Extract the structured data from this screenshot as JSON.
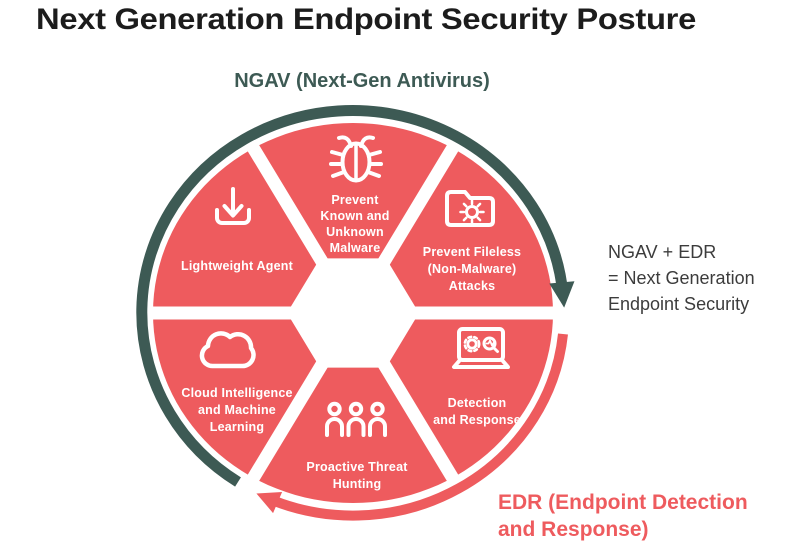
{
  "title": "Next Generation Endpoint Security Posture",
  "ngav_arc_label": "NGAV (Next-Gen Antivirus)",
  "edr_arc_label": {
    "line1": "EDR (Endpoint Detection",
    "line2": "and Response)"
  },
  "equation_note": {
    "line1": "NGAV + EDR",
    "line2": "= Next Generation",
    "line3": "Endpoint Security"
  },
  "segments": [
    {
      "name": "Prevent Known and Unknown Malware",
      "icon": "bug-icon",
      "lines": [
        "Prevent",
        "Known and",
        "Unknown",
        "Malware"
      ]
    },
    {
      "name": "Prevent Fileless (Non-Malware) Attacks",
      "icon": "folder-virus-icon",
      "lines": [
        "Prevent Fileless",
        "(Non-Malware)",
        "Attacks"
      ]
    },
    {
      "name": "Detection and Response",
      "icon": "laptop-analytics-icon",
      "lines": [
        "Detection",
        "and Response"
      ]
    },
    {
      "name": "Proactive Threat Hunting",
      "icon": "team-icon",
      "lines": [
        "Proactive Threat",
        "Hunting"
      ]
    },
    {
      "name": "Cloud Intelligence and Machine Learning",
      "icon": "cloud-icon",
      "lines": [
        "Cloud Intelligence",
        "and Machine",
        "Learning"
      ]
    },
    {
      "name": "Lightweight Agent",
      "icon": "download-agent-icon",
      "lines": [
        "Lightweight Agent"
      ]
    }
  ],
  "colors": {
    "coral": "#ee5b5e",
    "teal": "#3d5a54",
    "title-ink": "#1c1c1c",
    "note-ink": "#3c3c3c",
    "label-white": "#ffffff",
    "background": "#ffffff"
  }
}
